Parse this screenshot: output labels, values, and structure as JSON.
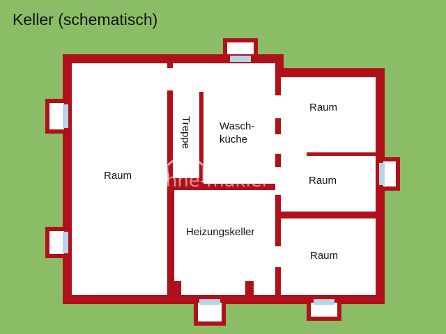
{
  "title": "Keller (schematisch)",
  "rooms": {
    "left": "Raum",
    "stairs": "Treppe",
    "laundry_line1": "Wasch-",
    "laundry_line2": "küche",
    "top_right": "Raum",
    "mid_right": "Raum",
    "boiler": "Heizungskeller",
    "bottom_right": "Raum"
  },
  "watermark": "ohne-makler",
  "colors": {
    "background": "#8bbd66",
    "wall": "#b0101a",
    "floor": "#ffffff",
    "window": "#b8d4e6"
  }
}
